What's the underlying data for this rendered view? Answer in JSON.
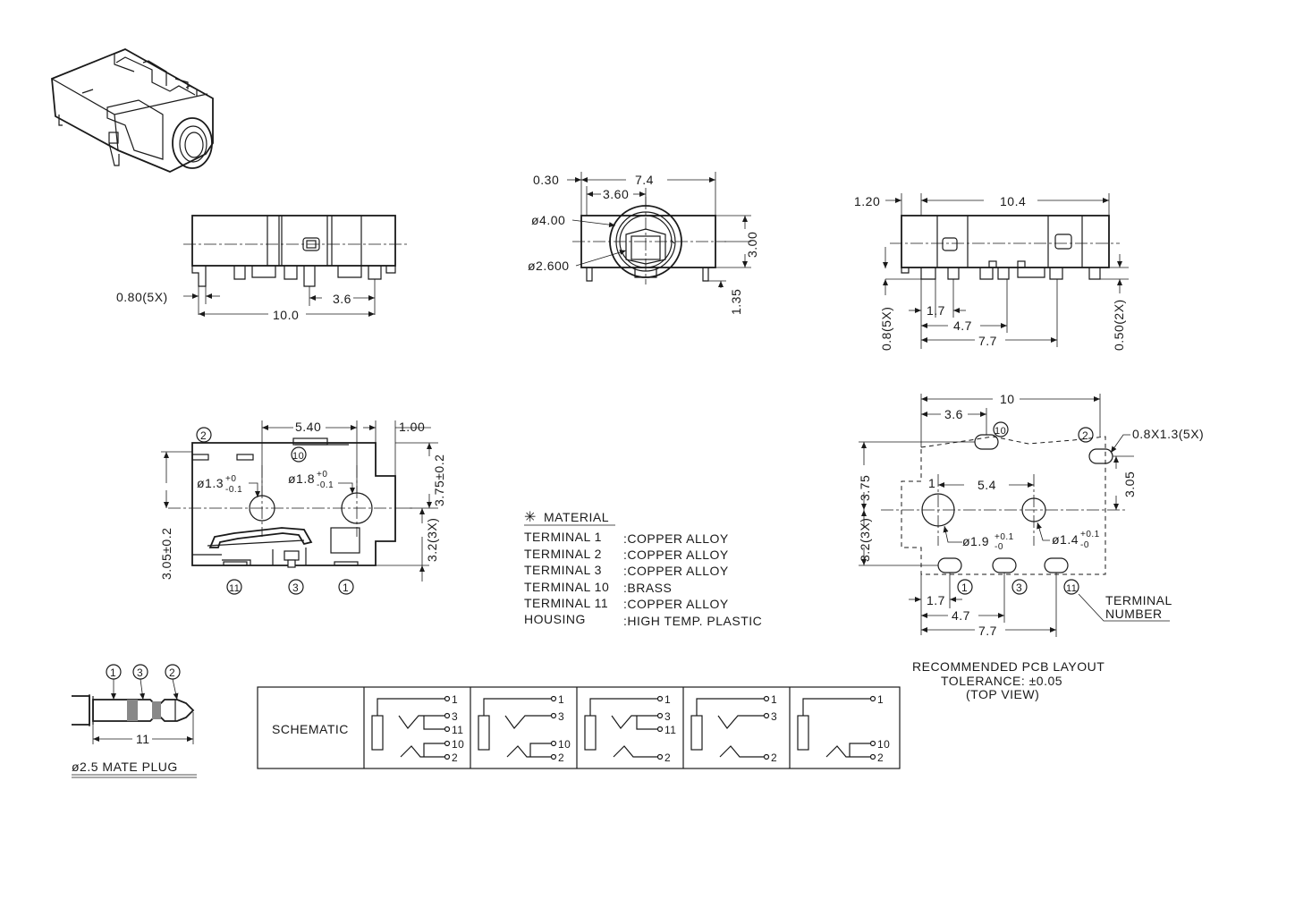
{
  "iso_view": {},
  "front_view": {
    "dims": {
      "pin_width": "0.80(5X)",
      "span_36": "3.6",
      "span_100": "10.0"
    }
  },
  "side_view": {
    "dims": {
      "d_030": "0.30",
      "d_74": "7.4",
      "d_360": "3.60",
      "dia_400": "ø4.00",
      "dia_2600": "ø2.600",
      "d_300": "3.00",
      "d_135": "1.35"
    }
  },
  "rear_view": {
    "dims": {
      "d_120": "1.20",
      "d_104": "10.4",
      "d_08_5x": "0.8(5X)",
      "d_17": "1.7",
      "d_47": "4.7",
      "d_77": "7.7",
      "d_050_2x": "0.50(2X)"
    }
  },
  "bottom_view": {
    "dims": {
      "d_540": "5.40",
      "d_100": "1.00",
      "d_375": "3.75±0.2",
      "d_305": "3.05±0.2",
      "d_32_3x": "3.2(3X)",
      "dia_13": "ø1.3",
      "dia_18": "ø1.8",
      "tol_plus": "+0",
      "tol_minus": "-0.1"
    },
    "terminals": [
      "2",
      "10",
      "11",
      "3",
      "1"
    ]
  },
  "material": {
    "title": "MATERIAL",
    "star": "✳",
    "rows": [
      {
        "part": "TERMINAL  1",
        "material": ":COPPER  ALLOY"
      },
      {
        "part": "TERMINAL  2",
        "material": ":COPPER  ALLOY"
      },
      {
        "part": "TERMINAL  3",
        "material": ":COPPER  ALLOY"
      },
      {
        "part": "TERMINAL  10",
        "material": ":BRASS"
      },
      {
        "part": "TERMINAL  11",
        "material": ":COPPER  ALLOY"
      },
      {
        "part": "HOUSING",
        "material": ":HIGH  TEMP.  PLASTIC"
      }
    ]
  },
  "pcb_layout": {
    "dims": {
      "d_10": "10",
      "d_36": "3.6",
      "d_375": "3.75",
      "d_305": "3.05",
      "d_32_3x": "3.2(3X)",
      "d_54": "5.4",
      "slot": "0.8X1.3(5X)",
      "dia_19": "ø1.9",
      "dia_14": "ø1.4",
      "tol_plus": "+0.1",
      "tol_minus": "-0",
      "d_17": "1.7",
      "d_47": "4.7",
      "d_77": "7.7"
    },
    "pin_labels": [
      "10",
      "2",
      "1",
      "3",
      "11",
      "1"
    ],
    "terminal_number_1": "TERMINAL",
    "terminal_number_2": "NUMBER",
    "caption_1": "RECOMMENDED  PCB  LAYOUT",
    "caption_2": "TOLERANCE: ±0.05",
    "caption_3": "(TOP  VIEW)"
  },
  "mate_plug": {
    "labels": [
      "1",
      "3",
      "2"
    ],
    "length": "11",
    "caption": "ø2.5  MATE  PLUG"
  },
  "schematic": {
    "header": "SCHEMATIC",
    "cells": [
      {
        "pins": [
          "1",
          "3",
          "11",
          "10",
          "2"
        ]
      },
      {
        "pins": [
          "1",
          "3",
          "10",
          "2"
        ]
      },
      {
        "pins": [
          "1",
          "3",
          "11",
          "2"
        ]
      },
      {
        "pins": [
          "1",
          "3",
          "2"
        ]
      },
      {
        "pins": [
          "1",
          "10",
          "2"
        ]
      }
    ]
  }
}
